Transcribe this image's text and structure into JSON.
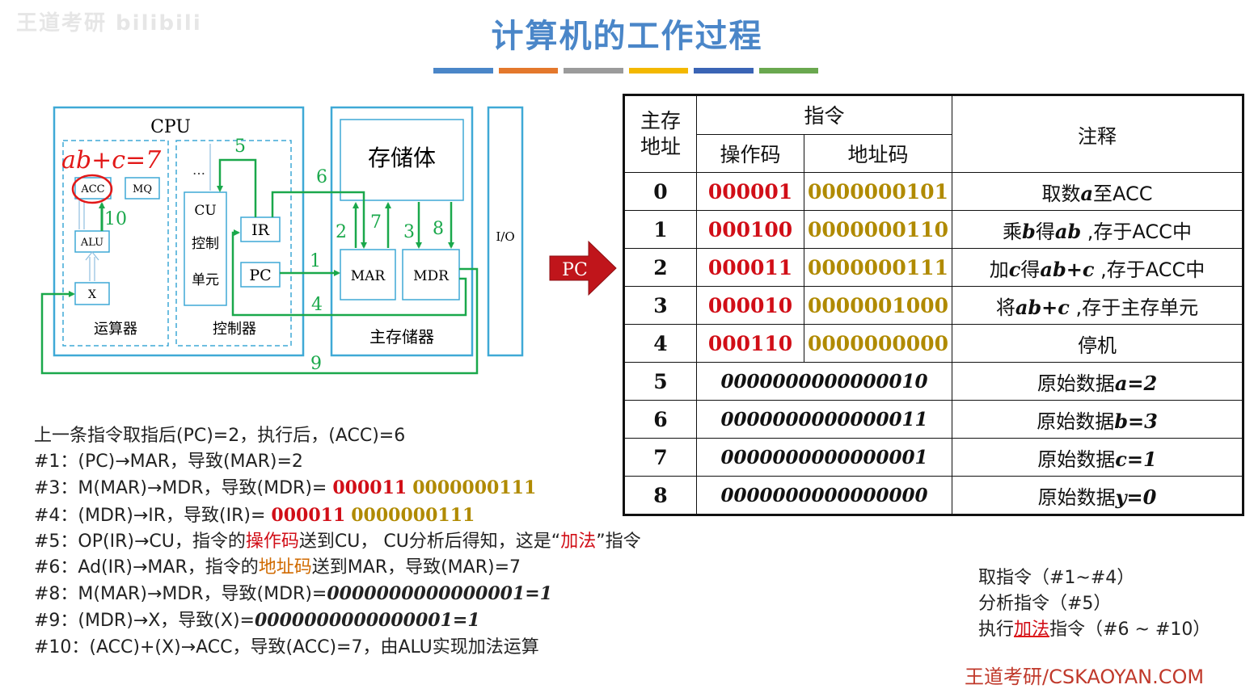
{
  "watermark": "王道考研 bilibili",
  "title": "计算机的工作过程",
  "colors": {
    "bar": [
      "#4a86c8",
      "#e4782c",
      "#9b9b9b",
      "#f3b800",
      "#3a64b5",
      "#6aa84f"
    ],
    "accent": "#4a86c8",
    "green": "#1aa84b"
  },
  "diagram": {
    "cpu": "CPU",
    "acc": "ACC",
    "mq": "MQ",
    "alu": "ALU",
    "x": "X",
    "alu_unit": "运算器",
    "cu": "CU",
    "cu_line2": "控制",
    "cu_line3": "单元",
    "ir": "IR",
    "pc": "PC",
    "ctrl_unit": "控制器",
    "dots": "…",
    "storage": "存储体",
    "mar": "MAR",
    "mdr": "MDR",
    "mem_unit": "主存储器",
    "io": "I/O",
    "handwriting": "ab+c=7",
    "nums": {
      "n1": "1",
      "n2": "2",
      "n3": "3",
      "n4": "4",
      "n5": "5",
      "n6": "6",
      "n7": "7",
      "n8": "8",
      "n9": "9",
      "n10": "10"
    },
    "pc_arrow": "PC"
  },
  "table": {
    "h_addr": "主存地址",
    "h_addr_1": "主存",
    "h_addr_2": "地址",
    "h_instr": "指令",
    "h_op": "操作码",
    "h_ad": "地址码",
    "h_note": "注释",
    "rows": [
      {
        "addr": "0",
        "op": "000001",
        "ad": "0000000101",
        "note_a": "取数",
        "note_v": "a",
        "note_b": "至ACC"
      },
      {
        "addr": "1",
        "op": "000100",
        "ad": "0000000110",
        "note_a": "乘",
        "note_v": "b",
        "note_b": "得",
        "note_v2": "ab",
        "note_c": " ,存于ACC中"
      },
      {
        "addr": "2",
        "op": "000011",
        "ad": "0000000111",
        "note_a": "加",
        "note_v": "c",
        "note_b": "得",
        "note_v2": "ab+c",
        "note_c": "  ,存于ACC中"
      },
      {
        "addr": "3",
        "op": "000010",
        "ad": "0000001000",
        "note_a": "将",
        "note_v": "ab+c",
        "note_b": " ,存于主存单元"
      },
      {
        "addr": "4",
        "op": "000110",
        "ad": "0000000000",
        "note_a": "停机"
      },
      {
        "addr": "5",
        "data": "0000000000000010",
        "note_a": "原始数据",
        "note_v": "a=2"
      },
      {
        "addr": "6",
        "data": "0000000000000011",
        "note_a": "原始数据",
        "note_v": "b=3"
      },
      {
        "addr": "7",
        "data": "0000000000000001",
        "note_a": "原始数据",
        "note_v": "c=1"
      },
      {
        "addr": "8",
        "data": "0000000000000000",
        "note_a": "原始数据",
        "note_v": "y=0"
      }
    ]
  },
  "steps": {
    "s0": "上一条指令取指后(PC)=2，执行后，(ACC)=6",
    "s1": "#1：(PC)→MAR，导致(MAR)=2",
    "s3a": "#3：M(MAR)→MDR，导致(MDR)= ",
    "s3op": "000011",
    "s3ad": "0000000111",
    "s4a": "#4：(MDR)→IR，导致(IR)= ",
    "s4op": "000011",
    "s4ad": "0000000111",
    "s5a": "#5：OP(IR)→CU，指令的",
    "s5b": "操作码",
    "s5c": "送到CU， CU分析后得知，这是“",
    "s5d": "加法",
    "s5e": "”指令",
    "s6a": "#6：Ad(IR)→MAR，指令的",
    "s6b": "地址码",
    "s6c": "送到MAR，导致(MAR)=7",
    "s8a": "#8：M(MAR)→MDR，导致(MDR)=",
    "s8b": "0000000000000001=1",
    "s9a": "#9：(MDR)→X，导致(X)=",
    "s9b": "0000000000000001=1",
    "s10": "#10：(ACC)+(X)→ACC，导致(ACC)=7，由ALU实现加法运算"
  },
  "phases": {
    "p1": "取指令（#1~#4）",
    "p2": "分析指令（#5）",
    "p3a": "执行",
    "p3b": "加法",
    "p3c": "指令（#6 ~ #10）"
  },
  "footer": "王道考研/CSKAOYAN.COM"
}
